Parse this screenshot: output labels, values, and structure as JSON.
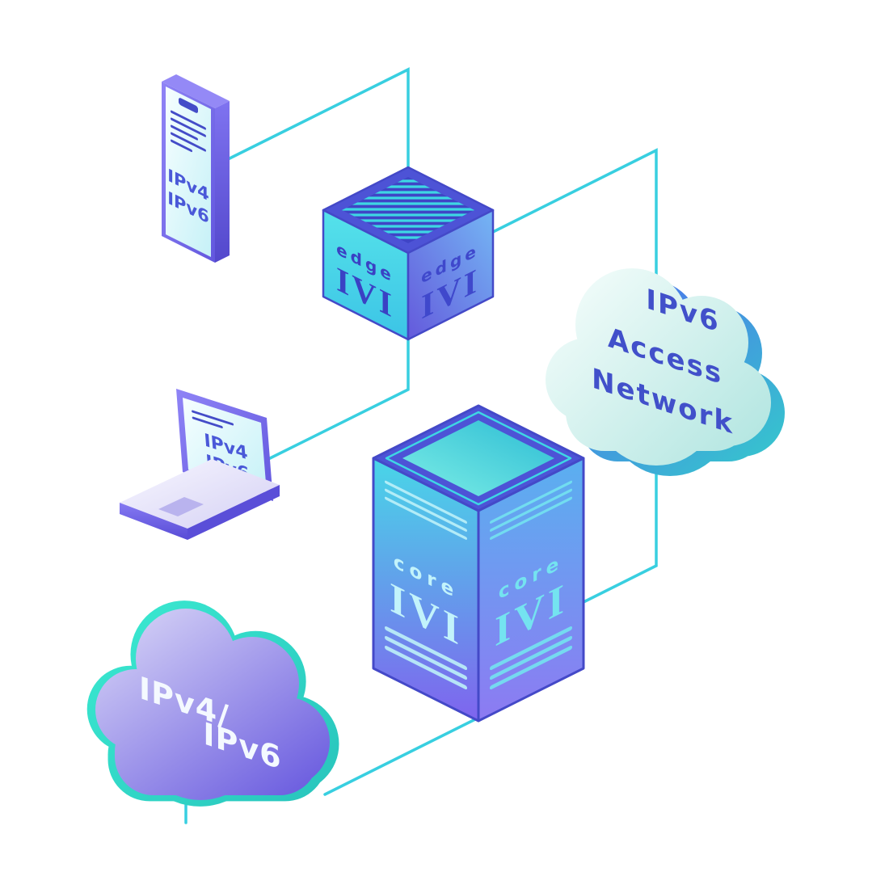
{
  "devices": {
    "phone": {
      "label_line1": "IPv4",
      "label_line2": "IPv6"
    },
    "laptop": {
      "label_line1": "IPv4",
      "label_line2": "IPv6"
    },
    "edge_router": {
      "label": "edge",
      "brand": "IVI"
    },
    "core_router": {
      "label": "core",
      "brand": "IVI"
    },
    "access_cloud": {
      "line1": "IPv6",
      "line2": "Access",
      "line3": "Network"
    },
    "transit_cloud": {
      "line1": "IPv4/",
      "line2": "IPv6"
    }
  },
  "colors": {
    "background": "#ffffff",
    "connector_cyan": "#38cfe0",
    "indigo_outline": "#4449c8",
    "cyan_face": "#49d8e8",
    "blue_purple_face": "#6a5ee0",
    "mint_cloud": "#d9f3f0",
    "purple_cloud": "#8678e8",
    "teal_accent": "#35e0cc"
  }
}
